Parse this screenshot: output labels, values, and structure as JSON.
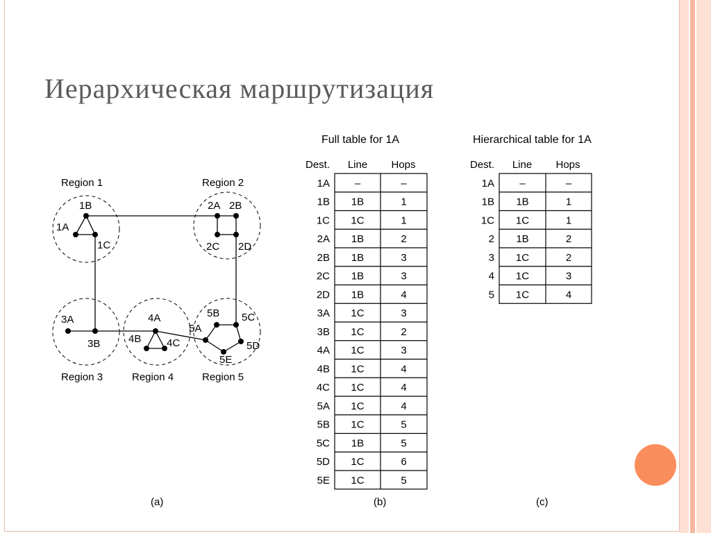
{
  "slide": {
    "title": "Иерархическая маршрутизация",
    "colors": {
      "title": "#5a5a5a",
      "accent_circle": "#fb8d5c",
      "stripe_light": "#fde0d3",
      "stripe_mid": "#f7b9a1",
      "frame": "#e6b9a8"
    }
  },
  "network": {
    "caption": "(a)",
    "regions": [
      "Region 1",
      "Region 2",
      "Region 3",
      "Region 4",
      "Region 5"
    ],
    "nodes": [
      "1A",
      "1B",
      "1C",
      "2A",
      "2B",
      "2C",
      "2D",
      "3A",
      "3B",
      "4A",
      "4B",
      "4C",
      "5A",
      "5B",
      "5C",
      "5D",
      "5E"
    ]
  },
  "full_table": {
    "title": "Full table for 1A",
    "caption": "(b)",
    "headers": [
      "Dest.",
      "Line",
      "Hops"
    ],
    "rows": [
      [
        "1A",
        "–",
        "–"
      ],
      [
        "1B",
        "1B",
        "1"
      ],
      [
        "1C",
        "1C",
        "1"
      ],
      [
        "2A",
        "1B",
        "2"
      ],
      [
        "2B",
        "1B",
        "3"
      ],
      [
        "2C",
        "1B",
        "3"
      ],
      [
        "2D",
        "1B",
        "4"
      ],
      [
        "3A",
        "1C",
        "3"
      ],
      [
        "3B",
        "1C",
        "2"
      ],
      [
        "4A",
        "1C",
        "3"
      ],
      [
        "4B",
        "1C",
        "4"
      ],
      [
        "4C",
        "1C",
        "4"
      ],
      [
        "5A",
        "1C",
        "4"
      ],
      [
        "5B",
        "1C",
        "5"
      ],
      [
        "5C",
        "1B",
        "5"
      ],
      [
        "5D",
        "1C",
        "6"
      ],
      [
        "5E",
        "1C",
        "5"
      ]
    ]
  },
  "hier_table": {
    "title": "Hierarchical table for 1A",
    "caption": "(c)",
    "headers": [
      "Dest.",
      "Line",
      "Hops"
    ],
    "rows": [
      [
        "1A",
        "–",
        "–"
      ],
      [
        "1B",
        "1B",
        "1"
      ],
      [
        "1C",
        "1C",
        "1"
      ],
      [
        "2",
        "1B",
        "2"
      ],
      [
        "3",
        "1C",
        "2"
      ],
      [
        "4",
        "1C",
        "3"
      ],
      [
        "5",
        "1C",
        "4"
      ]
    ]
  }
}
